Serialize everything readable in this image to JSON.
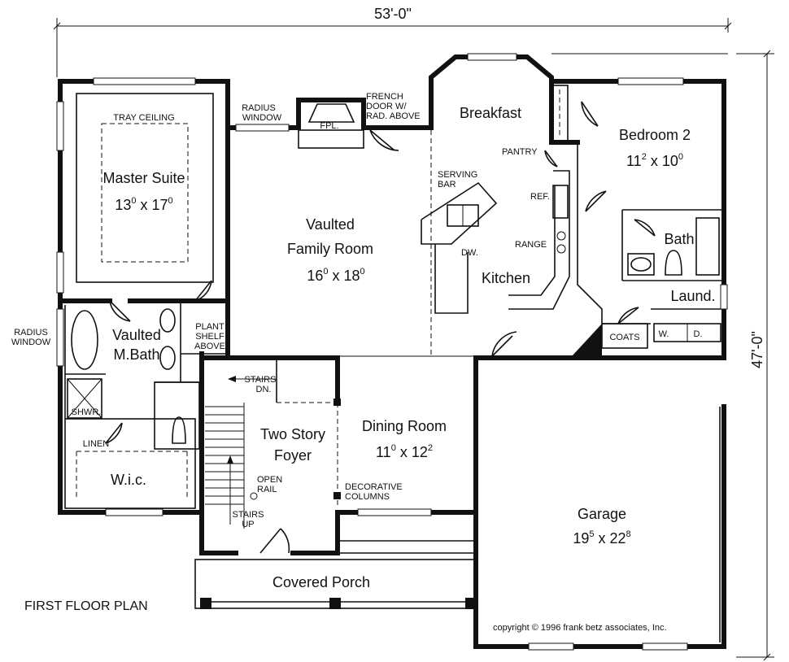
{
  "dimensions": {
    "width_label": "53'-0\"",
    "depth_label": "47'-0\""
  },
  "plan_title": "FIRST FLOOR PLAN",
  "copyright": "copyright © 1996 frank betz associates, Inc.",
  "rooms": {
    "master_suite": {
      "name": "Master Suite",
      "w": "13",
      "w_sup": "0",
      "d": "17",
      "d_sup": "0"
    },
    "tray_ceiling": "TRAY CEILING",
    "family_room": {
      "name_1": "Vaulted",
      "name_2": "Family Room",
      "w": "16",
      "w_sup": "0",
      "d": "18",
      "d_sup": "0"
    },
    "breakfast": {
      "name": "Breakfast"
    },
    "kitchen": {
      "name": "Kitchen"
    },
    "bedroom2": {
      "name": "Bedroom 2",
      "w": "11",
      "w_sup": "2",
      "d": "10",
      "d_sup": "0"
    },
    "bath": {
      "name": "Bath"
    },
    "laundry": {
      "name": "Laund."
    },
    "master_bath": {
      "name_1": "Vaulted",
      "name_2": "M.Bath"
    },
    "wic": {
      "name": "W.i.c."
    },
    "foyer": {
      "name_1": "Two Story",
      "name_2": "Foyer"
    },
    "dining": {
      "name": "Dining Room",
      "w": "11",
      "w_sup": "0",
      "d": "12",
      "d_sup": "2"
    },
    "garage": {
      "name": "Garage",
      "w": "19",
      "w_sup": "5",
      "d": "22",
      "d_sup": "8"
    },
    "porch": {
      "name": "Covered Porch"
    }
  },
  "notes": {
    "radius_window_top_1": "RADIUS",
    "radius_window_top_2": "WINDOW",
    "fireplace": "FPL.",
    "french_door_1": "FRENCH",
    "french_door_2": "DOOR W/",
    "french_door_3": "RAD. ABOVE",
    "pantry": "PANTRY",
    "serving_bar_1": "SERVING",
    "serving_bar_2": "BAR",
    "ref": "REF.",
    "range": "RANGE",
    "dw": "DW.",
    "radius_window_left_1": "RADIUS",
    "radius_window_left_2": "WINDOW",
    "plant_shelf_1": "PLANT",
    "plant_shelf_2": "SHELF",
    "plant_shelf_3": "ABOVE",
    "stairs_dn_1": "STAIRS",
    "stairs_dn_2": "DN.",
    "shwr": "SHWR.",
    "linen": "LINEN",
    "open_rail_1": "OPEN",
    "open_rail_2": "RAIL",
    "stairs_up_1": "STAIRS",
    "stairs_up_2": "UP",
    "decorative_columns_1": "DECORATIVE",
    "decorative_columns_2": "COLUMNS",
    "coats": "COATS",
    "washer": "W.",
    "dryer": "D."
  }
}
